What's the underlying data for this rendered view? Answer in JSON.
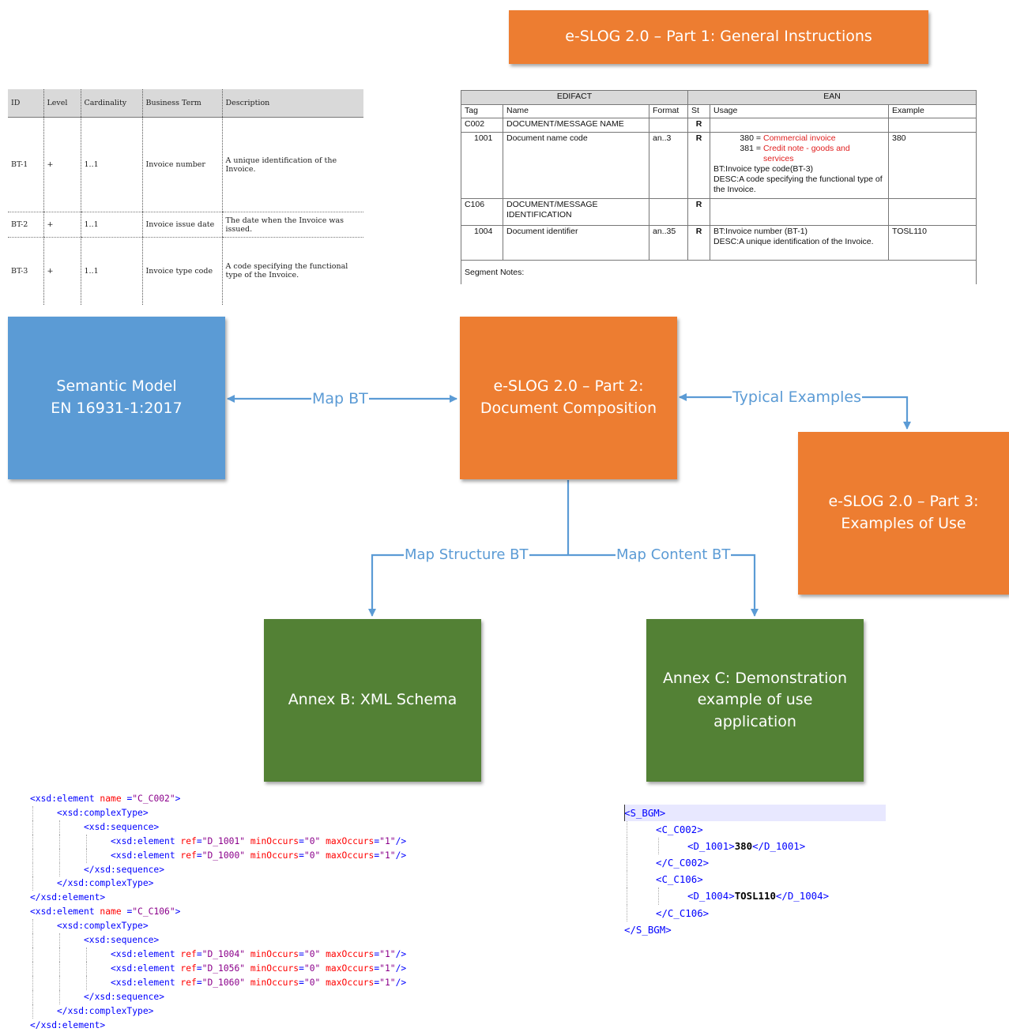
{
  "diagram": {
    "boxes": {
      "general_instructions": "e-SLOG 2.0 – Part 1: General Instructions",
      "semantic_model": "Semantic Model\nEN 16931-1:2017",
      "document_composition": "e-SLOG 2.0 – Part 2:\nDocument Composition",
      "examples_of_use": "e-SLOG 2.0 – Part 3:\nExamples of Use",
      "xml_schema": "Annex B: XML Schema",
      "demonstration": "Annex C: Demonstration\nexample of use\napplication"
    },
    "arrows": {
      "map_bt": "Map BT",
      "typical_examples": "Typical Examples",
      "map_structure_bt": "Map Structure BT",
      "map_content_bt": "Map Content BT"
    },
    "colors": {
      "orange": "#ed7d31",
      "blue": "#5b9bd5",
      "green": "#538135",
      "arrow": "#5b9bd5"
    }
  },
  "semantic_table": {
    "headers": [
      "ID",
      "Level",
      "Cardinality",
      "Business Term",
      "Description"
    ],
    "rows": [
      [
        "BT-1",
        "+",
        "1..1",
        "Invoice number",
        "A unique identification of the Invoice."
      ],
      [
        "BT-2",
        "+",
        "1..1",
        "Invoice issue date",
        "The date when the Invoice was issued."
      ],
      [
        "BT-3",
        "+",
        "1..1",
        "Invoice type code",
        "A code specifying the functional type of the Invoice."
      ]
    ]
  },
  "edifact_table": {
    "group_edifact": "EDIFACT",
    "group_ean": "EAN",
    "headers": [
      "Tag",
      "Name",
      "Format",
      "St",
      "Usage",
      "Example"
    ],
    "rows": [
      {
        "tag": "C002",
        "name": "DOCUMENT/MESSAGE NAME",
        "format": "",
        "st": "R",
        "usage": "",
        "example": ""
      },
      {
        "tag": "1001",
        "name": "Document name code",
        "format": "an..3",
        "st": "R",
        "usage": "",
        "example": "380"
      },
      {
        "tag": "C106",
        "name": "DOCUMENT/MESSAGE IDENTIFICATION",
        "format": "",
        "st": "R",
        "usage": "",
        "example": ""
      },
      {
        "tag": "1004",
        "name": "Document identifier",
        "format": "an..35",
        "st": "R",
        "usage": "BT:Invoice number (BT-1)\nDESC:A unique identification of the Invoice.",
        "example": "TOSL110"
      }
    ],
    "code_380": "380 =",
    "code_380_text": "Commercial invoice",
    "code_381": "381 =",
    "code_381_text": "Credit note - goods and services",
    "usage_1001_bt": "BT:Invoice type code(BT-3)",
    "usage_1001_desc": "DESC:A code specifying the functional type of the Invoice.",
    "notes": "Segment Notes:"
  },
  "xsd_code": {
    "lines": [
      {
        "indent": 0,
        "parts": [
          [
            "t",
            "<xsd:element "
          ],
          [
            "a",
            "name"
          ],
          [
            "t",
            " ="
          ],
          [
            "v",
            "\"C_C002\""
          ],
          [
            "t",
            ">"
          ]
        ]
      },
      {
        "indent": 1,
        "parts": [
          [
            "t",
            "<xsd:complexType>"
          ]
        ]
      },
      {
        "indent": 2,
        "parts": [
          [
            "t",
            "<xsd:sequence>"
          ]
        ]
      },
      {
        "indent": 3,
        "parts": [
          [
            "t",
            "<xsd:element "
          ],
          [
            "a",
            "ref"
          ],
          [
            "t",
            "="
          ],
          [
            "v",
            "\"D_1001\""
          ],
          [
            "t",
            " "
          ],
          [
            "a",
            "minOccurs"
          ],
          [
            "t",
            "="
          ],
          [
            "v",
            "\"0\""
          ],
          [
            "t",
            " "
          ],
          [
            "a",
            "maxOccurs"
          ],
          [
            "t",
            "="
          ],
          [
            "v",
            "\"1\""
          ],
          [
            "t",
            "/>"
          ]
        ]
      },
      {
        "indent": 3,
        "parts": [
          [
            "t",
            "<xsd:element "
          ],
          [
            "a",
            "ref"
          ],
          [
            "t",
            "="
          ],
          [
            "v",
            "\"D_1000\""
          ],
          [
            "t",
            " "
          ],
          [
            "a",
            "minOccurs"
          ],
          [
            "t",
            "="
          ],
          [
            "v",
            "\"0\""
          ],
          [
            "t",
            " "
          ],
          [
            "a",
            "maxOccurs"
          ],
          [
            "t",
            "="
          ],
          [
            "v",
            "\"1\""
          ],
          [
            "t",
            "/>"
          ]
        ]
      },
      {
        "indent": 2,
        "parts": [
          [
            "t",
            "</xsd:sequence>"
          ]
        ]
      },
      {
        "indent": 1,
        "parts": [
          [
            "t",
            "</xsd:complexType>"
          ]
        ]
      },
      {
        "indent": 0,
        "parts": [
          [
            "t",
            "</xsd:element>"
          ]
        ]
      },
      {
        "indent": 0,
        "parts": [
          [
            "t",
            "<xsd:element "
          ],
          [
            "a",
            "name"
          ],
          [
            "t",
            " ="
          ],
          [
            "v",
            "\"C_C106\""
          ],
          [
            "t",
            ">"
          ]
        ]
      },
      {
        "indent": 1,
        "parts": [
          [
            "t",
            "<xsd:complexType>"
          ]
        ]
      },
      {
        "indent": 2,
        "parts": [
          [
            "t",
            "<xsd:sequence>"
          ]
        ]
      },
      {
        "indent": 3,
        "parts": [
          [
            "t",
            "<xsd:element "
          ],
          [
            "a",
            "ref"
          ],
          [
            "t",
            "="
          ],
          [
            "v",
            "\"D_1004\""
          ],
          [
            "t",
            " "
          ],
          [
            "a",
            "minOccurs"
          ],
          [
            "t",
            "="
          ],
          [
            "v",
            "\"0\""
          ],
          [
            "t",
            " "
          ],
          [
            "a",
            "maxOccurs"
          ],
          [
            "t",
            "="
          ],
          [
            "v",
            "\"1\""
          ],
          [
            "t",
            "/>"
          ]
        ]
      },
      {
        "indent": 3,
        "parts": [
          [
            "t",
            "<xsd:element "
          ],
          [
            "a",
            "ref"
          ],
          [
            "t",
            "="
          ],
          [
            "v",
            "\"D_1056\""
          ],
          [
            "t",
            " "
          ],
          [
            "a",
            "minOccurs"
          ],
          [
            "t",
            "="
          ],
          [
            "v",
            "\"0\""
          ],
          [
            "t",
            " "
          ],
          [
            "a",
            "maxOccurs"
          ],
          [
            "t",
            "="
          ],
          [
            "v",
            "\"1\""
          ],
          [
            "t",
            "/>"
          ]
        ]
      },
      {
        "indent": 3,
        "parts": [
          [
            "t",
            "<xsd:element "
          ],
          [
            "a",
            "ref"
          ],
          [
            "t",
            "="
          ],
          [
            "v",
            "\"D_1060\""
          ],
          [
            "t",
            " "
          ],
          [
            "a",
            "minOccurs"
          ],
          [
            "t",
            "="
          ],
          [
            "v",
            "\"0\""
          ],
          [
            "t",
            " "
          ],
          [
            "a",
            "maxOccurs"
          ],
          [
            "t",
            "="
          ],
          [
            "v",
            "\"1\""
          ],
          [
            "t",
            "/>"
          ]
        ]
      },
      {
        "indent": 2,
        "parts": [
          [
            "t",
            "</xsd:sequence>"
          ]
        ]
      },
      {
        "indent": 1,
        "parts": [
          [
            "t",
            "</xsd:complexType>"
          ]
        ]
      },
      {
        "indent": 0,
        "parts": [
          [
            "t",
            "</xsd:element>"
          ]
        ]
      }
    ]
  },
  "xml_code": {
    "lines": [
      {
        "indent": 0,
        "hl": true,
        "parts": [
          [
            "t",
            "<S_BGM>"
          ]
        ]
      },
      {
        "indent": 1,
        "parts": [
          [
            "t",
            "<C_C002>"
          ]
        ]
      },
      {
        "indent": 2,
        "parts": [
          [
            "t",
            "<D_1001>"
          ],
          [
            "x",
            "380"
          ],
          [
            "t",
            "</D_1001>"
          ]
        ]
      },
      {
        "indent": 1,
        "parts": [
          [
            "t",
            "</C_C002>"
          ]
        ]
      },
      {
        "indent": 1,
        "parts": [
          [
            "t",
            "<C_C106>"
          ]
        ]
      },
      {
        "indent": 2,
        "parts": [
          [
            "t",
            "<D_1004>"
          ],
          [
            "x",
            "TOSL110"
          ],
          [
            "t",
            "</D_1004>"
          ]
        ]
      },
      {
        "indent": 1,
        "parts": [
          [
            "t",
            "</C_C106>"
          ]
        ]
      },
      {
        "indent": 0,
        "parts": [
          [
            "t",
            "</S_BGM>"
          ]
        ]
      }
    ]
  }
}
